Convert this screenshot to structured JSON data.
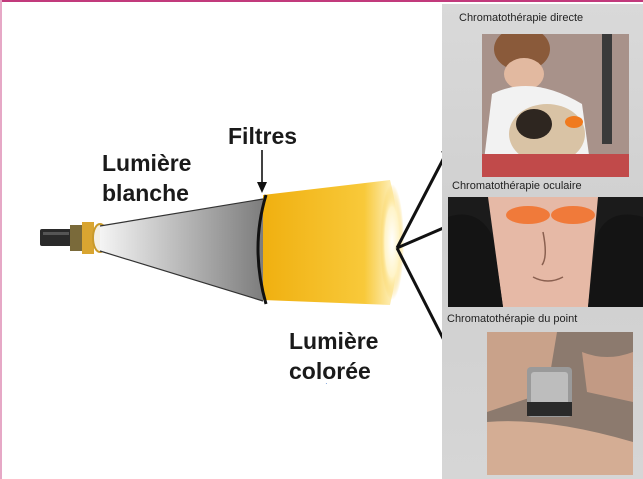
{
  "labels": {
    "white_light_line1": "Lumière",
    "white_light_line2": "blanche",
    "filters": "Filtres",
    "colored_light_line1": "Lumière",
    "colored_light_line2": "colorée"
  },
  "panels": [
    {
      "caption": "Chromatothérapie directe"
    },
    {
      "caption": "Chromatothérapie oculaire"
    },
    {
      "caption": "Chromatothérapie du point"
    }
  ],
  "colors": {
    "frame": "#c23a7c",
    "light_cone": "#f3b517",
    "arrow": "#1a1a1a"
  }
}
